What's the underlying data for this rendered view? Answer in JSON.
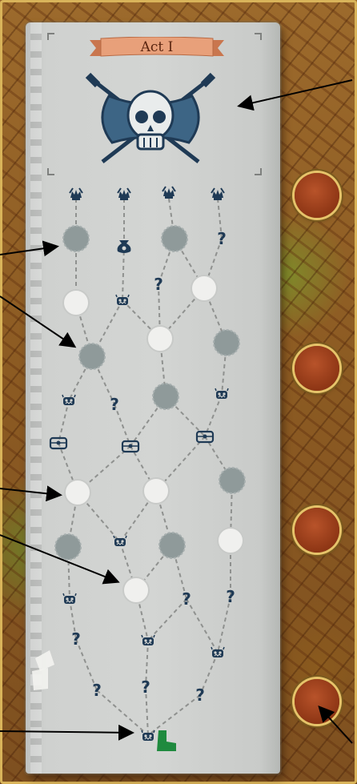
{
  "act_label": "Act I",
  "colors": {
    "scroll": "#d3d5d3",
    "ink": "#1f3a55",
    "path_dash": "#8a8c8a",
    "node_visited": "#8f9a9a",
    "node_open": "#f0f0ee",
    "ribbon": "#e8a07a",
    "orb": "#a8451f",
    "orb_ring": "#e6c36a",
    "current_player": "#1f8a3e"
  },
  "icons": {
    "boss": "skull-crossed-swords-icon",
    "elite": "horned-demon-icon",
    "monster": "monster-face-icon",
    "unknown": "question-mark-icon",
    "merchant": "money-bag-icon",
    "treasure": "treasure-chest-icon",
    "current": "boot-icon"
  },
  "map_nodes": [
    {
      "id": "e1",
      "kind": "elite"
    },
    {
      "id": "e2",
      "kind": "elite"
    },
    {
      "id": "e3",
      "kind": "elite"
    },
    {
      "id": "e4",
      "kind": "elite"
    },
    {
      "id": "r1",
      "kind": "visited"
    },
    {
      "id": "bag",
      "kind": "merchant"
    },
    {
      "id": "r2",
      "kind": "visited"
    },
    {
      "id": "q1",
      "kind": "unknown"
    },
    {
      "id": "q2",
      "kind": "unknown"
    },
    {
      "id": "o1",
      "kind": "open"
    },
    {
      "id": "o2",
      "kind": "open"
    },
    {
      "id": "m1",
      "kind": "monster"
    },
    {
      "id": "r3",
      "kind": "visited"
    },
    {
      "id": "o3",
      "kind": "open"
    },
    {
      "id": "r4",
      "kind": "visited"
    },
    {
      "id": "m2",
      "kind": "monster"
    },
    {
      "id": "q3",
      "kind": "unknown"
    },
    {
      "id": "r5",
      "kind": "visited"
    },
    {
      "id": "m3",
      "kind": "monster"
    },
    {
      "id": "t1",
      "kind": "treasure"
    },
    {
      "id": "t2",
      "kind": "treasure"
    },
    {
      "id": "t3",
      "kind": "treasure"
    },
    {
      "id": "o4",
      "kind": "open"
    },
    {
      "id": "o5",
      "kind": "open"
    },
    {
      "id": "r6",
      "kind": "visited"
    },
    {
      "id": "r7",
      "kind": "visited"
    },
    {
      "id": "m4",
      "kind": "monster"
    },
    {
      "id": "r8",
      "kind": "visited"
    },
    {
      "id": "o6",
      "kind": "open"
    },
    {
      "id": "o7",
      "kind": "open"
    },
    {
      "id": "m5",
      "kind": "monster"
    },
    {
      "id": "q4",
      "kind": "unknown"
    },
    {
      "id": "q5",
      "kind": "unknown"
    },
    {
      "id": "q6",
      "kind": "unknown"
    },
    {
      "id": "m6",
      "kind": "monster"
    },
    {
      "id": "m7",
      "kind": "monster"
    },
    {
      "id": "q7",
      "kind": "unknown"
    },
    {
      "id": "q8",
      "kind": "unknown"
    },
    {
      "id": "q9",
      "kind": "unknown"
    },
    {
      "id": "start",
      "kind": "monster"
    }
  ]
}
